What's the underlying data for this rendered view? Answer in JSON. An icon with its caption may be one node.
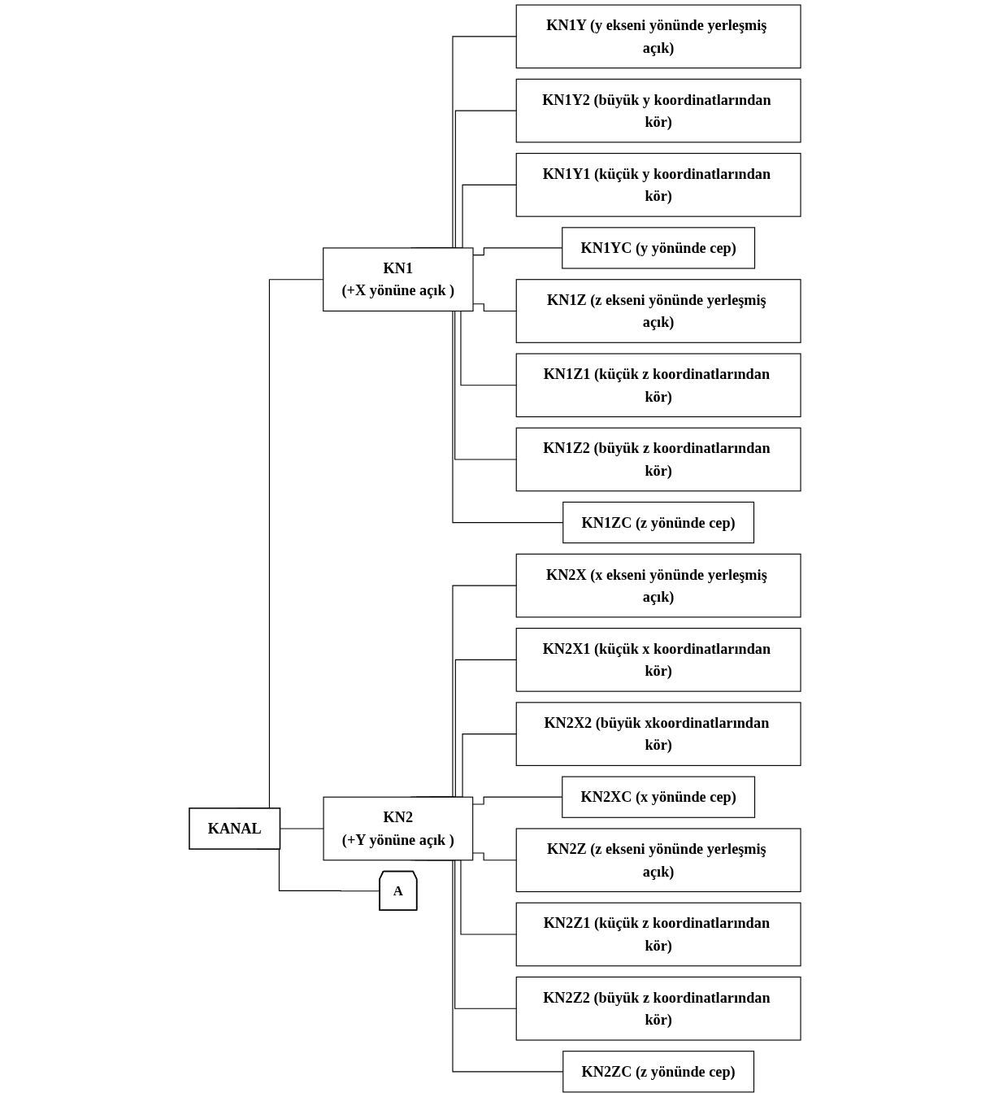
{
  "diagram": {
    "nodes": [
      {
        "text": [
          "KANAL"
        ]
      },
      {
        "text": [
          "KN1",
          "(+X yönüne açık )"
        ]
      },
      {
        "text": [
          "KN1Y (y ekseni yönünde yerleşmiş açık)"
        ]
      },
      {
        "text": [
          "KN1Y2 (büyük y koordinatlarından kör)"
        ]
      },
      {
        "text": [
          "KN1Y1 (küçük y koordinatlarından kör)"
        ]
      },
      {
        "text": [
          "KN1YC (y yönünde cep)"
        ]
      },
      {
        "text": [
          "KN1Z (z ekseni yönünde yerleşmiş açık)"
        ]
      },
      {
        "text": [
          "KN1Z1 (küçük z koordinatlarından kör)"
        ]
      },
      {
        "text": [
          "KN1Z2 (büyük z koordinatlarından kör)"
        ]
      },
      {
        "text": [
          "KN1ZC (z yönünde cep)"
        ]
      },
      {
        "text": [
          "KN2",
          "(+Y yönüne açık )"
        ]
      },
      {
        "text": [
          "KN2X (x ekseni yönünde yerleşmiş açık)"
        ]
      },
      {
        "text": [
          "KN2X1 (küçük x koordinatlarından kör)"
        ]
      },
      {
        "text": [
          "KN2X2 (büyük xkoordinatlarından kör)"
        ]
      },
      {
        "text": [
          "KN2XC (x yönünde cep)"
        ]
      },
      {
        "text": [
          "KN2Z (z ekseni yönünde yerleşmiş açık)"
        ]
      },
      {
        "text": [
          "KN2Z1 (küçük z koordinatlarından kör)"
        ]
      },
      {
        "text": [
          "KN2Z2 (büyük z koordinatlarından kör)"
        ]
      },
      {
        "text": [
          "KN2ZC (z yönünde cep)"
        ]
      },
      {
        "text": [
          "A"
        ]
      }
    ],
    "edges": [
      {
        "from": 0,
        "to": 1,
        "arrow": "none"
      },
      {
        "from": 0,
        "to": 10,
        "arrow": "none"
      },
      {
        "from": 0,
        "to": 19,
        "arrow": "none"
      },
      {
        "from": 1,
        "to": 2,
        "arrow": "none"
      },
      {
        "from": 1,
        "to": 3,
        "arrow": "none"
      },
      {
        "from": 1,
        "to": 4,
        "arrow": "none"
      },
      {
        "from": 1,
        "to": 5,
        "arrow": "none"
      },
      {
        "from": 1,
        "to": 6,
        "arrow": "none"
      },
      {
        "from": 1,
        "to": 7,
        "arrow": "none"
      },
      {
        "from": 1,
        "to": 8,
        "arrow": "none"
      },
      {
        "from": 1,
        "to": 9,
        "arrow": "none"
      },
      {
        "from": 10,
        "to": 11,
        "arrow": "none"
      },
      {
        "from": 10,
        "to": 12,
        "arrow": "none"
      },
      {
        "from": 10,
        "to": 13,
        "arrow": "none"
      },
      {
        "from": 10,
        "to": 14,
        "arrow": "none"
      },
      {
        "from": 10,
        "to": 15,
        "arrow": "none"
      },
      {
        "from": 10,
        "to": 16,
        "arrow": "none"
      },
      {
        "from": 10,
        "to": 17,
        "arrow": "none"
      },
      {
        "from": 10,
        "to": 18,
        "arrow": "none"
      }
    ]
  }
}
